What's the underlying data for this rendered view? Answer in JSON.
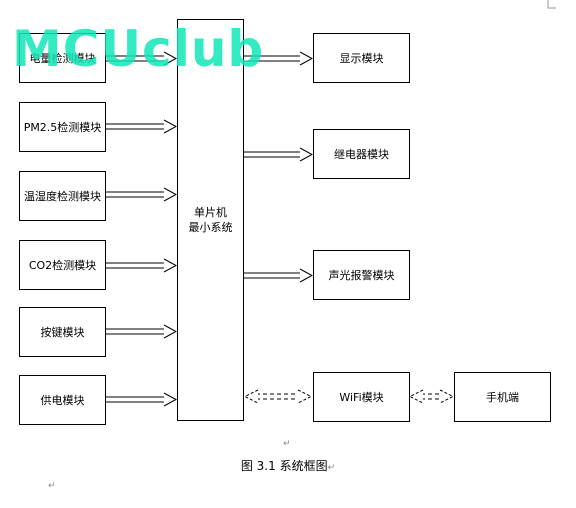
{
  "inputs": [
    {
      "label": "电量检测模块"
    },
    {
      "label": "PM2.5检测模块"
    },
    {
      "label": "温湿度检测模块"
    },
    {
      "label": "CO2检测模块"
    },
    {
      "label": "按键模块"
    },
    {
      "label": "供电模块"
    }
  ],
  "mcu": {
    "line1": "单片机",
    "line2": "最小系统"
  },
  "outputs": [
    {
      "label": "显示模块"
    },
    {
      "label": "继电器模块"
    },
    {
      "label": "声光报警模块"
    },
    {
      "label": "WiFi模块"
    }
  ],
  "phone": {
    "label": "手机端"
  },
  "caption": "图 3.1 系统框图",
  "watermark": "MCUclub",
  "paragraph_mark": "↵"
}
